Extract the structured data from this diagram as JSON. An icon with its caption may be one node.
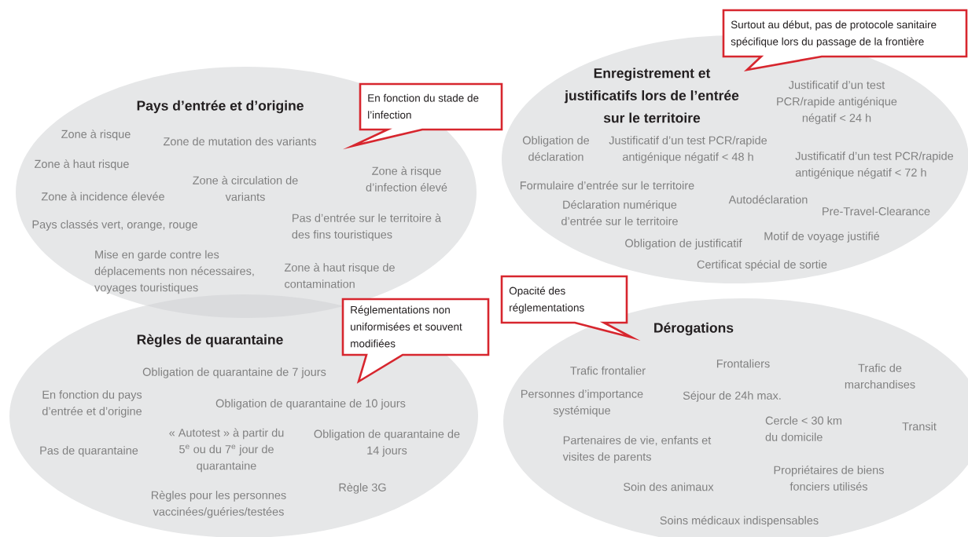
{
  "diagram": {
    "nodes": [
      {
        "text": [
          "Pays d’entrée et d’origine",
          "Zone à risque",
          "Zone de mutation des variants",
          "Zone à haut risque",
          "Zone à circulation de variants",
          "Zone à risque d’infection élevé",
          "Zone à incidence élevée",
          "Pays classés vert, orange, rouge",
          "Pas d’entrée sur le territoire à des fins touristiques",
          "Mise en garde contre les déplacements non nécessaires, voyages touristiques",
          "Zone à haut risque de contamination"
        ]
      },
      {
        "text": [
          "En fonction du stade de l’infection"
        ]
      },
      {
        "text": [
          "Enregistrement et justificatifs lors de l’entrée sur le territoire",
          "Justificatif d’un test PCR/rapide antigénique négatif < 24 h",
          "Obligation de déclaration",
          "Justificatif d’un test PCR/rapide antigénique négatif < 48 h",
          "Justificatif d’un test PCR/rapide antigénique négatif < 72 h",
          "Formulaire d’entrée sur le territoire",
          "Déclaration numérique d’entrée sur le territoire",
          "Autodéclaration",
          "Pre-Travel-Clearance",
          "Obligation de justificatif",
          "Motif de voyage justifié",
          "Certificat spécial de sortie"
        ]
      },
      {
        "text": [
          "Surtout au début, pas de protocole sanitaire spécifique lors du passage de la frontière"
        ]
      },
      {
        "text": [
          "Règles de quarantaine",
          "Obligation de quarantaine de 7 jours",
          "En fonction du pays d’entrée et d’origine",
          "Obligation de quarantaine de 10 jours",
          "Pas de quarantaine",
          "« Autotest » à partir du 5$^{e}$ ou du 7$^{e}$ jour de quarantaine",
          "Obligation de quarantaine de 14 jours",
          "Règle 3G",
          "Règles pour les personnes vaccinées/guéries/testées"
        ]
      },
      {
        "text": [
          "Réglementations non uniformisées et souvent modifiées"
        ]
      },
      {
        "text": [
          "Dérogations",
          "Trafic frontalier",
          "Frontaliers",
          "Trafic de marchandises",
          "Personnes d’importance systémique",
          "Séjour de 24h max.",
          "Cercle < 30 km du domicile",
          "Transit",
          "Partenaires de vie, enfants et visites de parents",
          "Soin des animaux",
          "Propriétaires de biens fonciers utilisés",
          "Soins médicaux indispensables"
        ]
      },
      {
        "text": [
          "Opacité des réglementations"
        ]
      }
    ]
  }
}
